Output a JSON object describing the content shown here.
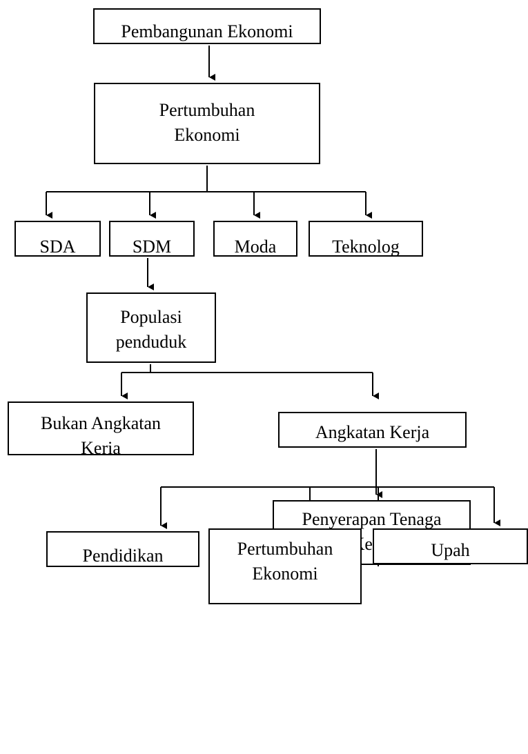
{
  "nodes": {
    "pembangunan": [
      "Pembangunan Ekonomi"
    ],
    "pertumbuhan_top": [
      "Pertumbuhan",
      "Ekonomi"
    ],
    "sda": [
      "SDA"
    ],
    "sdm": [
      "SDM"
    ],
    "moda": [
      "Moda"
    ],
    "teknologi": [
      "Teknolog"
    ],
    "populasi": [
      "Populasi",
      "penduduk"
    ],
    "bukan_angkatan": [
      "Bukan Angkatan",
      "Keria"
    ],
    "angkatan": [
      "Angkatan Kerja"
    ],
    "penyerapan": [
      "Penyerapan Tenaga",
      "Kerja"
    ],
    "pendidikan": [
      "Pendidikan"
    ],
    "pertumbuhan_bottom": [
      "Pertumbuhan",
      "Ekonomi"
    ],
    "upah": [
      "Upah"
    ]
  },
  "colors": {
    "line": "#000000",
    "box_border": "#000000",
    "watermark": "#d9d9d9"
  }
}
